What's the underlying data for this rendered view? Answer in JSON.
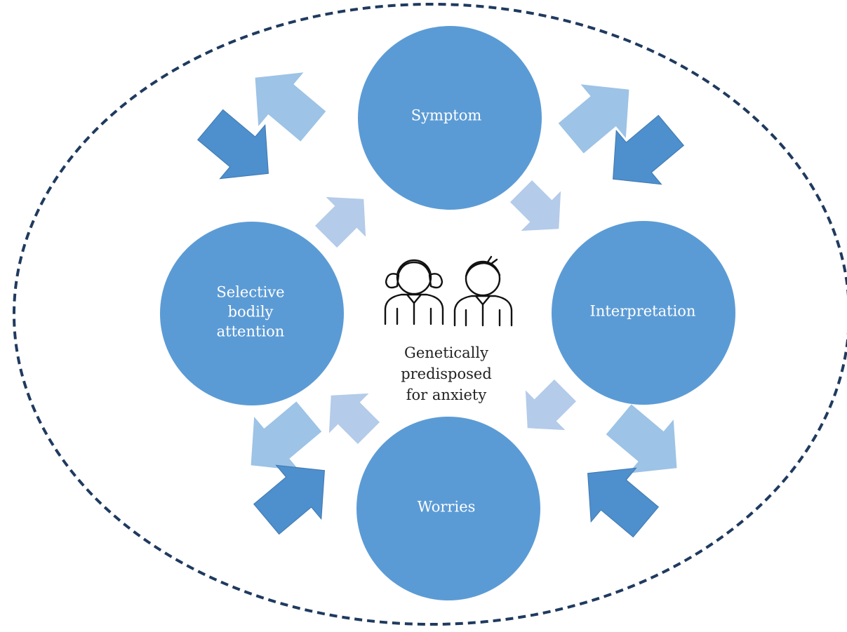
{
  "diagram": {
    "nodes": [
      {
        "id": "symptom",
        "label": "Symptom"
      },
      {
        "id": "interpretation",
        "label": "Interpretation"
      },
      {
        "id": "worries",
        "label": "Worries"
      },
      {
        "id": "attention",
        "label": [
          "Selective",
          "bodily",
          "attention"
        ]
      }
    ],
    "center": {
      "lines": [
        "Genetically",
        "predisposed",
        "for anxiety"
      ]
    },
    "colors": {
      "node": "#5b9bd5",
      "arrow_dark": "#4e8fcd",
      "arrow_light": "#9dc3e6",
      "arrow_pale": "#b4cbe9",
      "outline": "#1f3a5f"
    }
  }
}
